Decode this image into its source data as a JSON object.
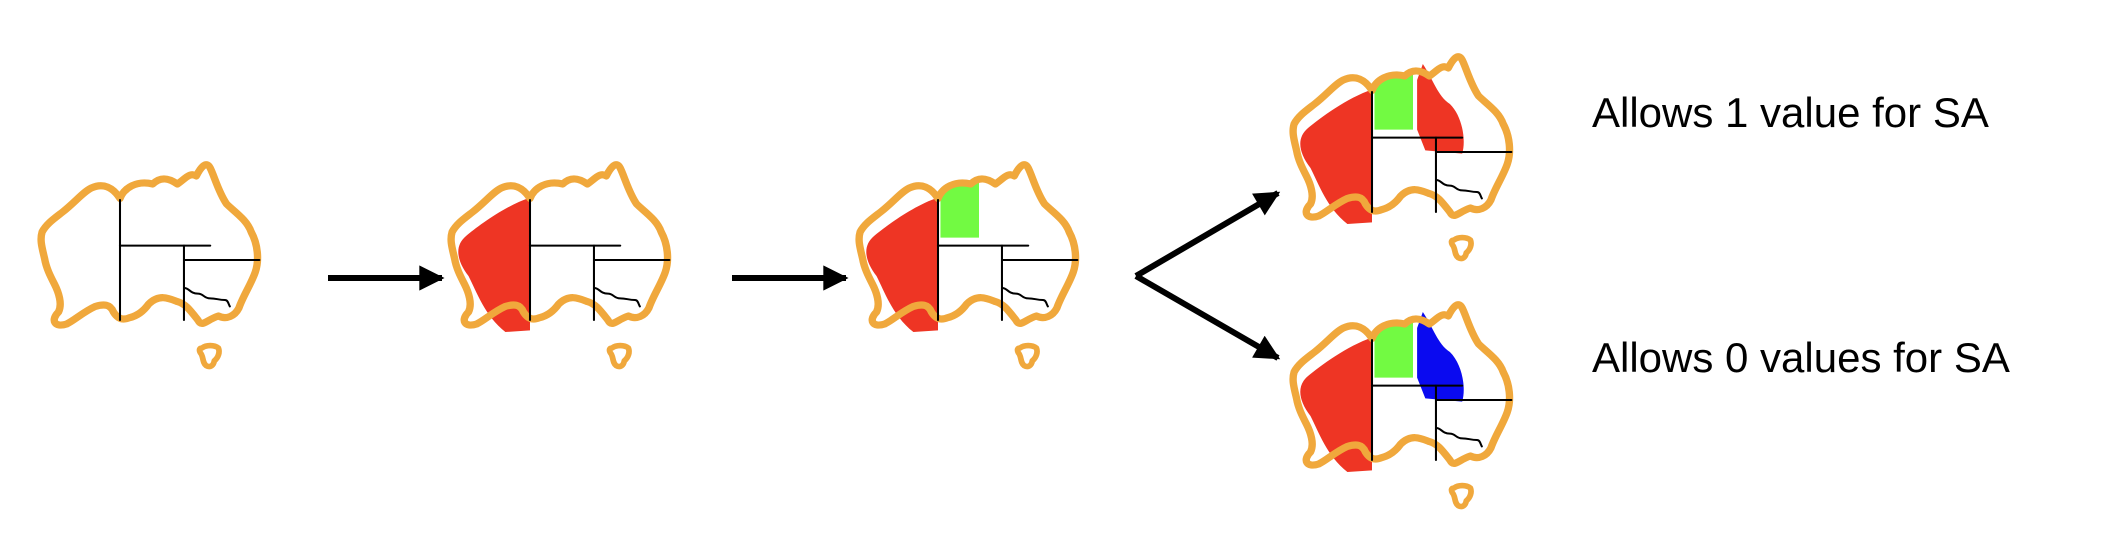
{
  "colors": {
    "outline": "#F0A83C",
    "border": "#000000",
    "red": "#EE3524",
    "green": "#72FA42",
    "blue": "#0A0AF0"
  },
  "captions": {
    "top": "Allows 1 value for SA",
    "bottom": "Allows 0 values for SA"
  },
  "maps": [
    {
      "id": "map-1",
      "fills": {}
    },
    {
      "id": "map-2",
      "fills": {
        "WA": "red"
      }
    },
    {
      "id": "map-3",
      "fills": {
        "WA": "red",
        "NT": "green"
      }
    },
    {
      "id": "map-4",
      "fills": {
        "WA": "red",
        "NT": "green",
        "Q": "red"
      }
    },
    {
      "id": "map-5",
      "fills": {
        "WA": "red",
        "NT": "green",
        "Q": "blue"
      }
    }
  ]
}
